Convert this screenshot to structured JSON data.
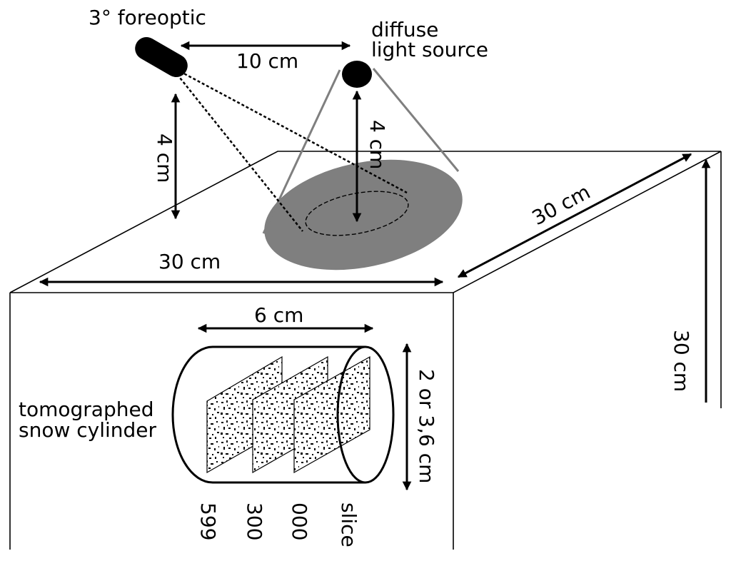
{
  "labels": {
    "foreoptic": "3° foreoptic",
    "light_source_line1": "diffuse",
    "light_source_line2": "light source",
    "dist_horizontal": "10 cm",
    "foreoptic_height": "4 cm",
    "source_height": "4 cm",
    "box_width": "30 cm",
    "box_depth": "30 cm",
    "box_height": "30 cm",
    "cyl_length": "6 cm",
    "cyl_diameter": "2 or 3,6 cm",
    "cylinder_line1": "tomographed",
    "cylinder_line2": "snow cylinder",
    "slice_599": "599",
    "slice_300": "300",
    "slice_000": "000",
    "slice_word": "slice"
  }
}
